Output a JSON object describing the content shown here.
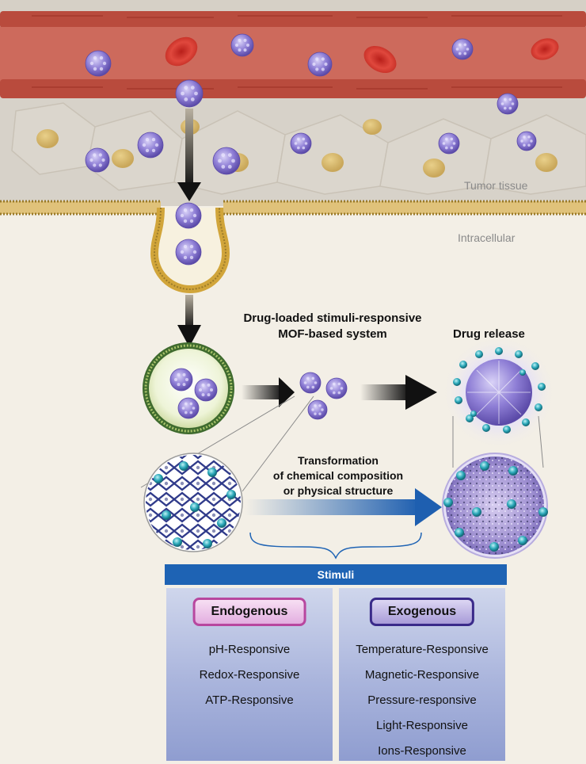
{
  "labels": {
    "tumor_tissue": "Tumor tissue",
    "intracellular": "Intracellular",
    "system_title_line1": "Drug-loaded stimuli-responsive",
    "system_title_line2": "MOF-based system",
    "drug_release": "Drug release",
    "transformation_line1": "Transformation",
    "transformation_line2": "of chemical composition",
    "transformation_line3": "or physical structure"
  },
  "stimuli": {
    "header": "Stimuli",
    "endogenous": {
      "title": "Endogenous",
      "items": [
        "pH-Responsive",
        "Redox-Responsive",
        "ATP-Responsive"
      ]
    },
    "exogenous": {
      "title": "Exogenous",
      "items": [
        "Temperature-Responsive",
        "Magnetic-Responsive",
        "Pressure-responsive",
        "Light-Responsive",
        "Ions-Responsive"
      ]
    }
  },
  "colors": {
    "stimuli_header": "#1e63b4",
    "endogenous_border": "#b8479f",
    "exogenous_border": "#3a2a8a",
    "vessel": "#c9473a",
    "nanoparticle": "#8f7fd6",
    "released_drug": "#2aa7b8",
    "membrane": "#d1a53a"
  },
  "icons": [
    "nanoparticle-icon",
    "red-blood-cell-icon",
    "endosome-icon",
    "mof-framework-icon",
    "degraded-mof-icon"
  ]
}
